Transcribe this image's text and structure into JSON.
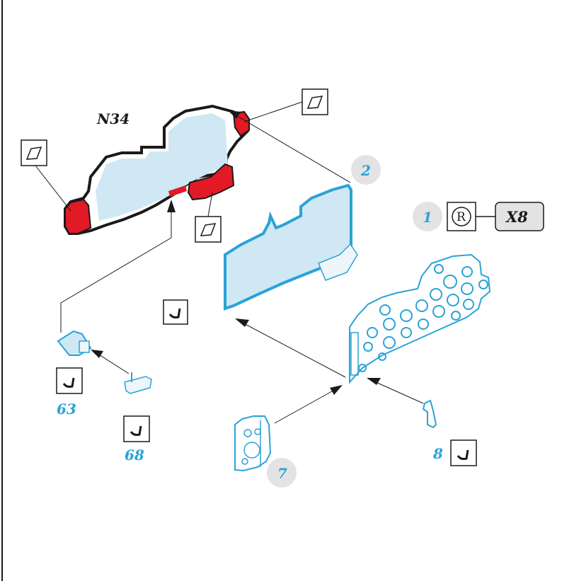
{
  "part_labels": {
    "top_part": "N34",
    "parts_left": [
      "63",
      "68"
    ],
    "part_right_lever": "8"
  },
  "steps": {
    "windscreen": "2",
    "instrument_panel_bezel": "7",
    "decal_step": "1"
  },
  "decal": {
    "code": "X8",
    "registered_symbol": "R"
  },
  "colors": {
    "line": "#1a1a1a",
    "part_blue": "#2aa3d8",
    "glass_fill": "#cfe8f3",
    "red_highlight": "#e21a25",
    "step_circle": "#e3e3e3"
  },
  "icons": [
    "cement-icon",
    "paint-window-icon",
    "registered-icon"
  ]
}
